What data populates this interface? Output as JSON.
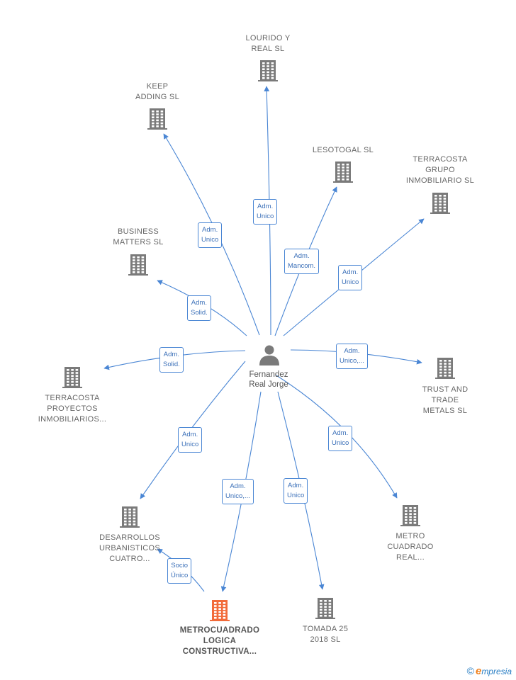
{
  "person": {
    "name_line1": "Fernandez",
    "name_line2": "Real Jorge"
  },
  "colors": {
    "building": "#7a7a7a",
    "focus_building": "#f26b3a",
    "edge": "#4a86d4",
    "person": "#7a7a7a"
  },
  "companies": [
    {
      "id": "lourido",
      "lines": [
        "LOURIDO Y",
        "REAL SL"
      ],
      "focus": false
    },
    {
      "id": "keep",
      "lines": [
        "KEEP",
        "ADDING SL"
      ],
      "focus": false
    },
    {
      "id": "lesotogal",
      "lines": [
        "LESOTOGAL SL"
      ],
      "focus": false
    },
    {
      "id": "terracosta-grupo",
      "lines": [
        "TERRACOSTA",
        "GRUPO",
        "INMOBILIARIO SL"
      ],
      "focus": false
    },
    {
      "id": "business",
      "lines": [
        "BUSINESS",
        "MATTERS SL"
      ],
      "focus": false
    },
    {
      "id": "terracosta-proyectos",
      "lines": [
        "TERRACOSTA",
        "PROYECTOS",
        "INMOBILIARIOS..."
      ],
      "focus": false
    },
    {
      "id": "trust",
      "lines": [
        "TRUST AND",
        "TRADE",
        "METALS  SL"
      ],
      "focus": false
    },
    {
      "id": "desarrollos",
      "lines": [
        "DESARROLLOS",
        "URBANISTICOS",
        "CUATRO..."
      ],
      "focus": false
    },
    {
      "id": "metro",
      "lines": [
        "METRO",
        "CUADRADO",
        "REAL..."
      ],
      "focus": false
    },
    {
      "id": "metrocuadrado",
      "lines": [
        "METROCUADRADO",
        "LOGICA",
        "CONSTRUCTIVA..."
      ],
      "focus": true
    },
    {
      "id": "tomada",
      "lines": [
        "TOMADA 25",
        "2018  SL"
      ],
      "focus": false
    }
  ],
  "edges": [
    {
      "to": "lourido",
      "label": [
        "Adm.",
        "Unico"
      ]
    },
    {
      "to": "keep",
      "label": [
        "Adm.",
        "Unico"
      ]
    },
    {
      "to": "lesotogal",
      "label": [
        "Adm.",
        "Mancom."
      ]
    },
    {
      "to": "terracosta-grupo",
      "label": [
        "Adm.",
        "Unico"
      ]
    },
    {
      "to": "business",
      "label": [
        "Adm.",
        "Solid."
      ]
    },
    {
      "to": "terracosta-proyectos",
      "label": [
        "Adm.",
        "Solid."
      ]
    },
    {
      "to": "trust",
      "label": [
        "Adm.",
        "Unico,..."
      ]
    },
    {
      "to": "desarrollos",
      "label": [
        "Adm.",
        "Unico"
      ]
    },
    {
      "to": "metro",
      "label": [
        "Adm.",
        "Unico"
      ]
    },
    {
      "to": "metrocuadrado",
      "label": [
        "Adm.",
        "Unico,..."
      ]
    },
    {
      "to": "tomada",
      "label": [
        "Adm.",
        "Unico"
      ]
    },
    {
      "from": "metrocuadrado",
      "to": "desarrollos",
      "label": [
        "Socio",
        "Único"
      ]
    }
  ],
  "footer": {
    "copyright": "©",
    "brand_initial": "e",
    "brand_rest": "mpresia"
  }
}
